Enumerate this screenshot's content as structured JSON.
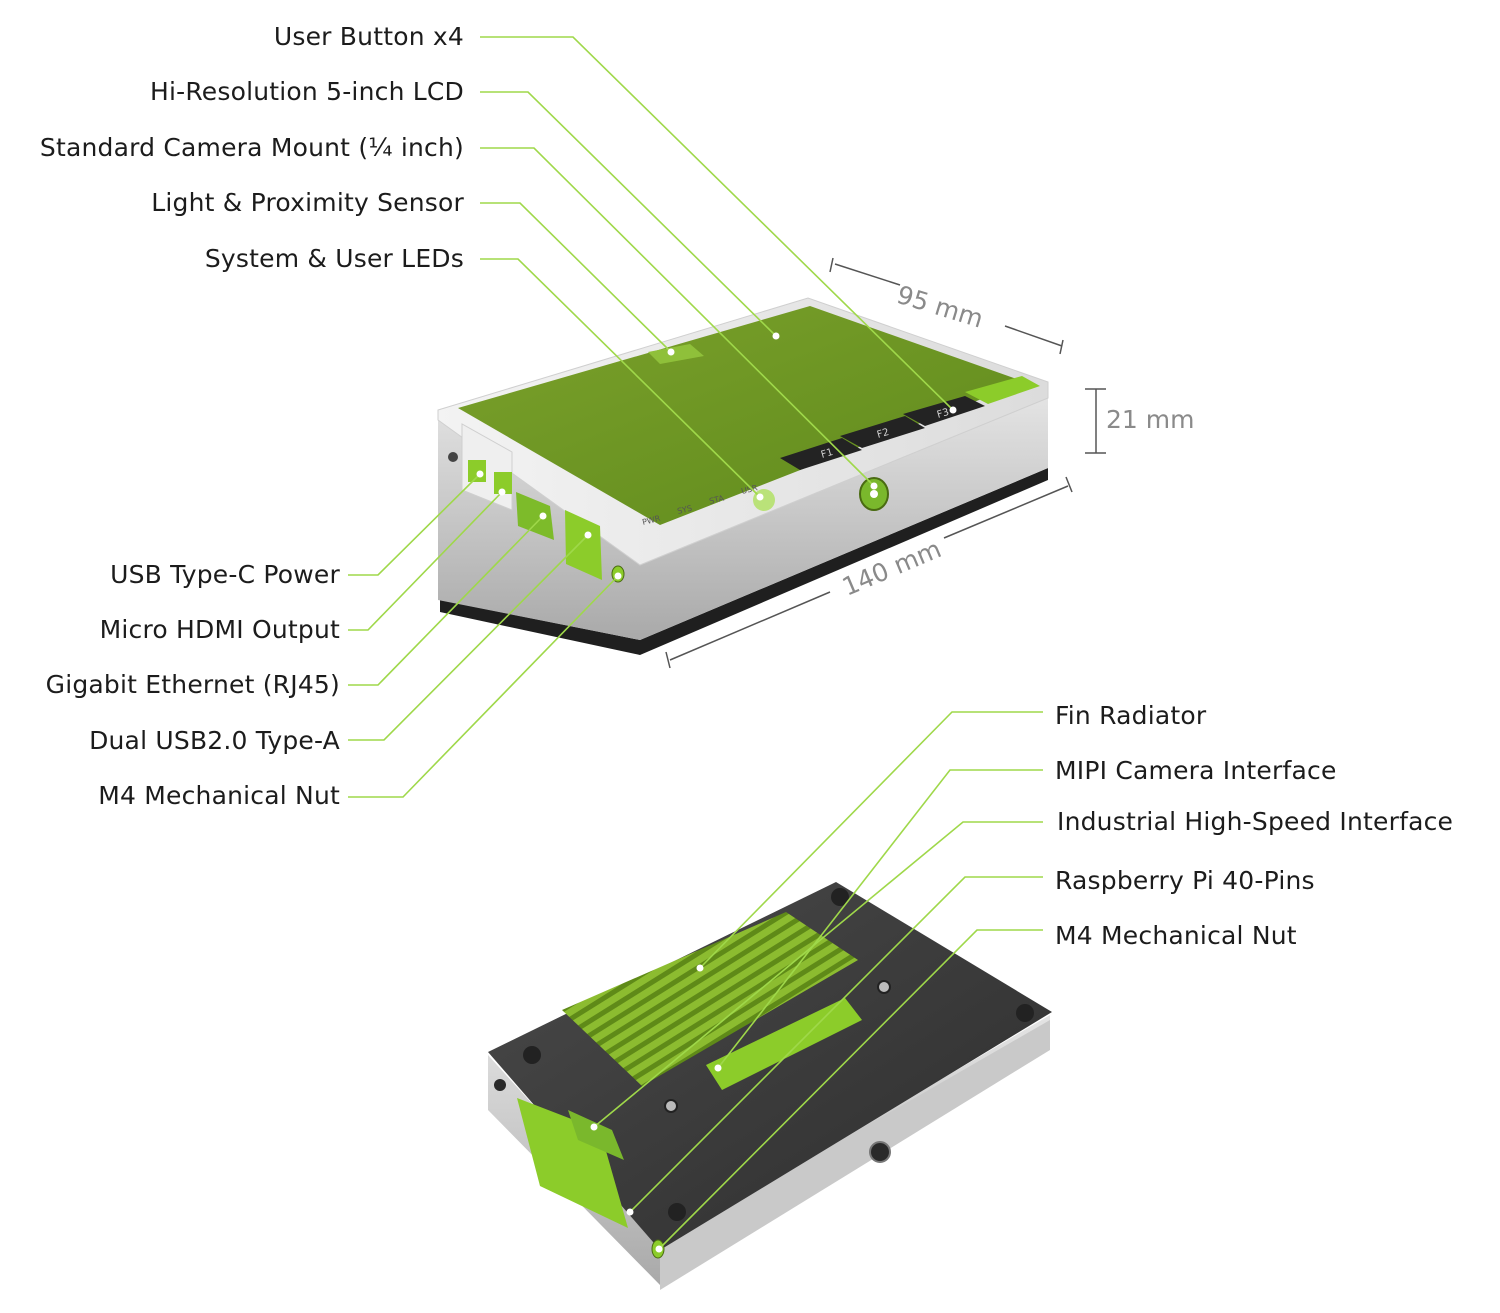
{
  "top_callouts_left": [
    "User Button x4",
    "Hi-Resolution 5-inch LCD",
    "Standard Camera Mount (¼ inch)",
    "Light & Proximity Sensor",
    "System & User LEDs"
  ],
  "side_callouts_left": [
    "USB Type-C Power",
    "Micro HDMI Output",
    "Gigabit Ethernet (RJ45)",
    "Dual USB2.0 Type-A",
    "M4 Mechanical Nut"
  ],
  "bottom_callouts_right": [
    "Fin Radiator",
    "MIPI Camera Interface",
    "Industrial High-Speed Interface",
    "Raspberry Pi 40-Pins",
    "M4 Mechanical Nut"
  ],
  "dimensions": {
    "width": "95 mm",
    "height": "21 mm",
    "length": "140 mm"
  },
  "device_labels": {
    "leds": [
      "PWR",
      "SYS",
      "STA",
      "USR"
    ],
    "buttons": [
      "F1",
      "F2",
      "F3"
    ]
  },
  "colors": {
    "accent_green": "#8ccc2a",
    "screen_green": "#6f9a25",
    "leader_line": "#9fd84a",
    "body_gray": "#d7d7d7",
    "dark_case": "#3a3a3a",
    "dimension_text": "#8a8a8a"
  }
}
